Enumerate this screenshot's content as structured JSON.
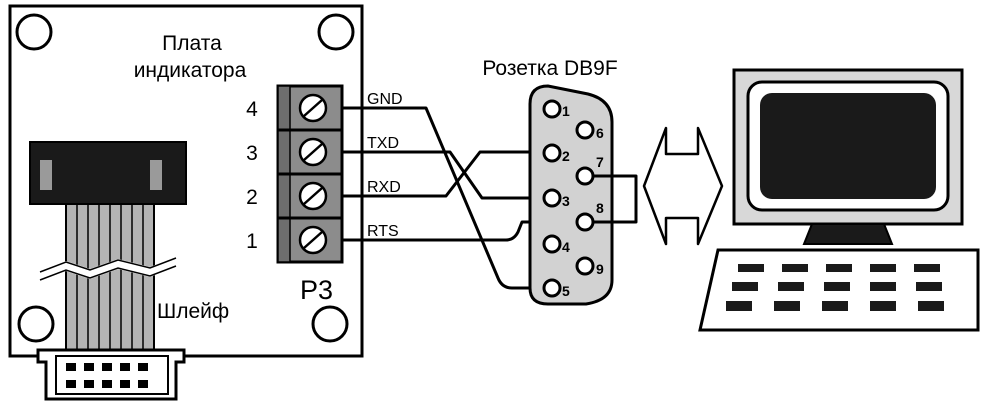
{
  "board": {
    "title_line1": "Плата",
    "title_line2": "индикатора",
    "connector_name": "P3",
    "terminals": [
      "4",
      "3",
      "2",
      "1"
    ],
    "cable_label": "Шлейф"
  },
  "signals": [
    "GND",
    "TXD",
    "RXD",
    "RTS"
  ],
  "db9": {
    "title": "Розетка DB9F",
    "pins": [
      "1",
      "2",
      "3",
      "4",
      "5",
      "6",
      "7",
      "8",
      "9"
    ]
  },
  "colors": {
    "line": "#000000",
    "board_fill": "#ffffff",
    "terminal_fill": "#8c8c8c",
    "ribbon_fill": "#b4b4b4",
    "connector_fill": "#1a1a1a",
    "db9_fill": "#d2d2d2",
    "screen_fill": "#1a1a1a",
    "monitor_fill": "#d8d8d8"
  },
  "icons": [
    "screw-terminal-icon",
    "ribbon-cable-icon",
    "db9-connector-icon",
    "bidirectional-arrow-icon",
    "computer-icon"
  ]
}
